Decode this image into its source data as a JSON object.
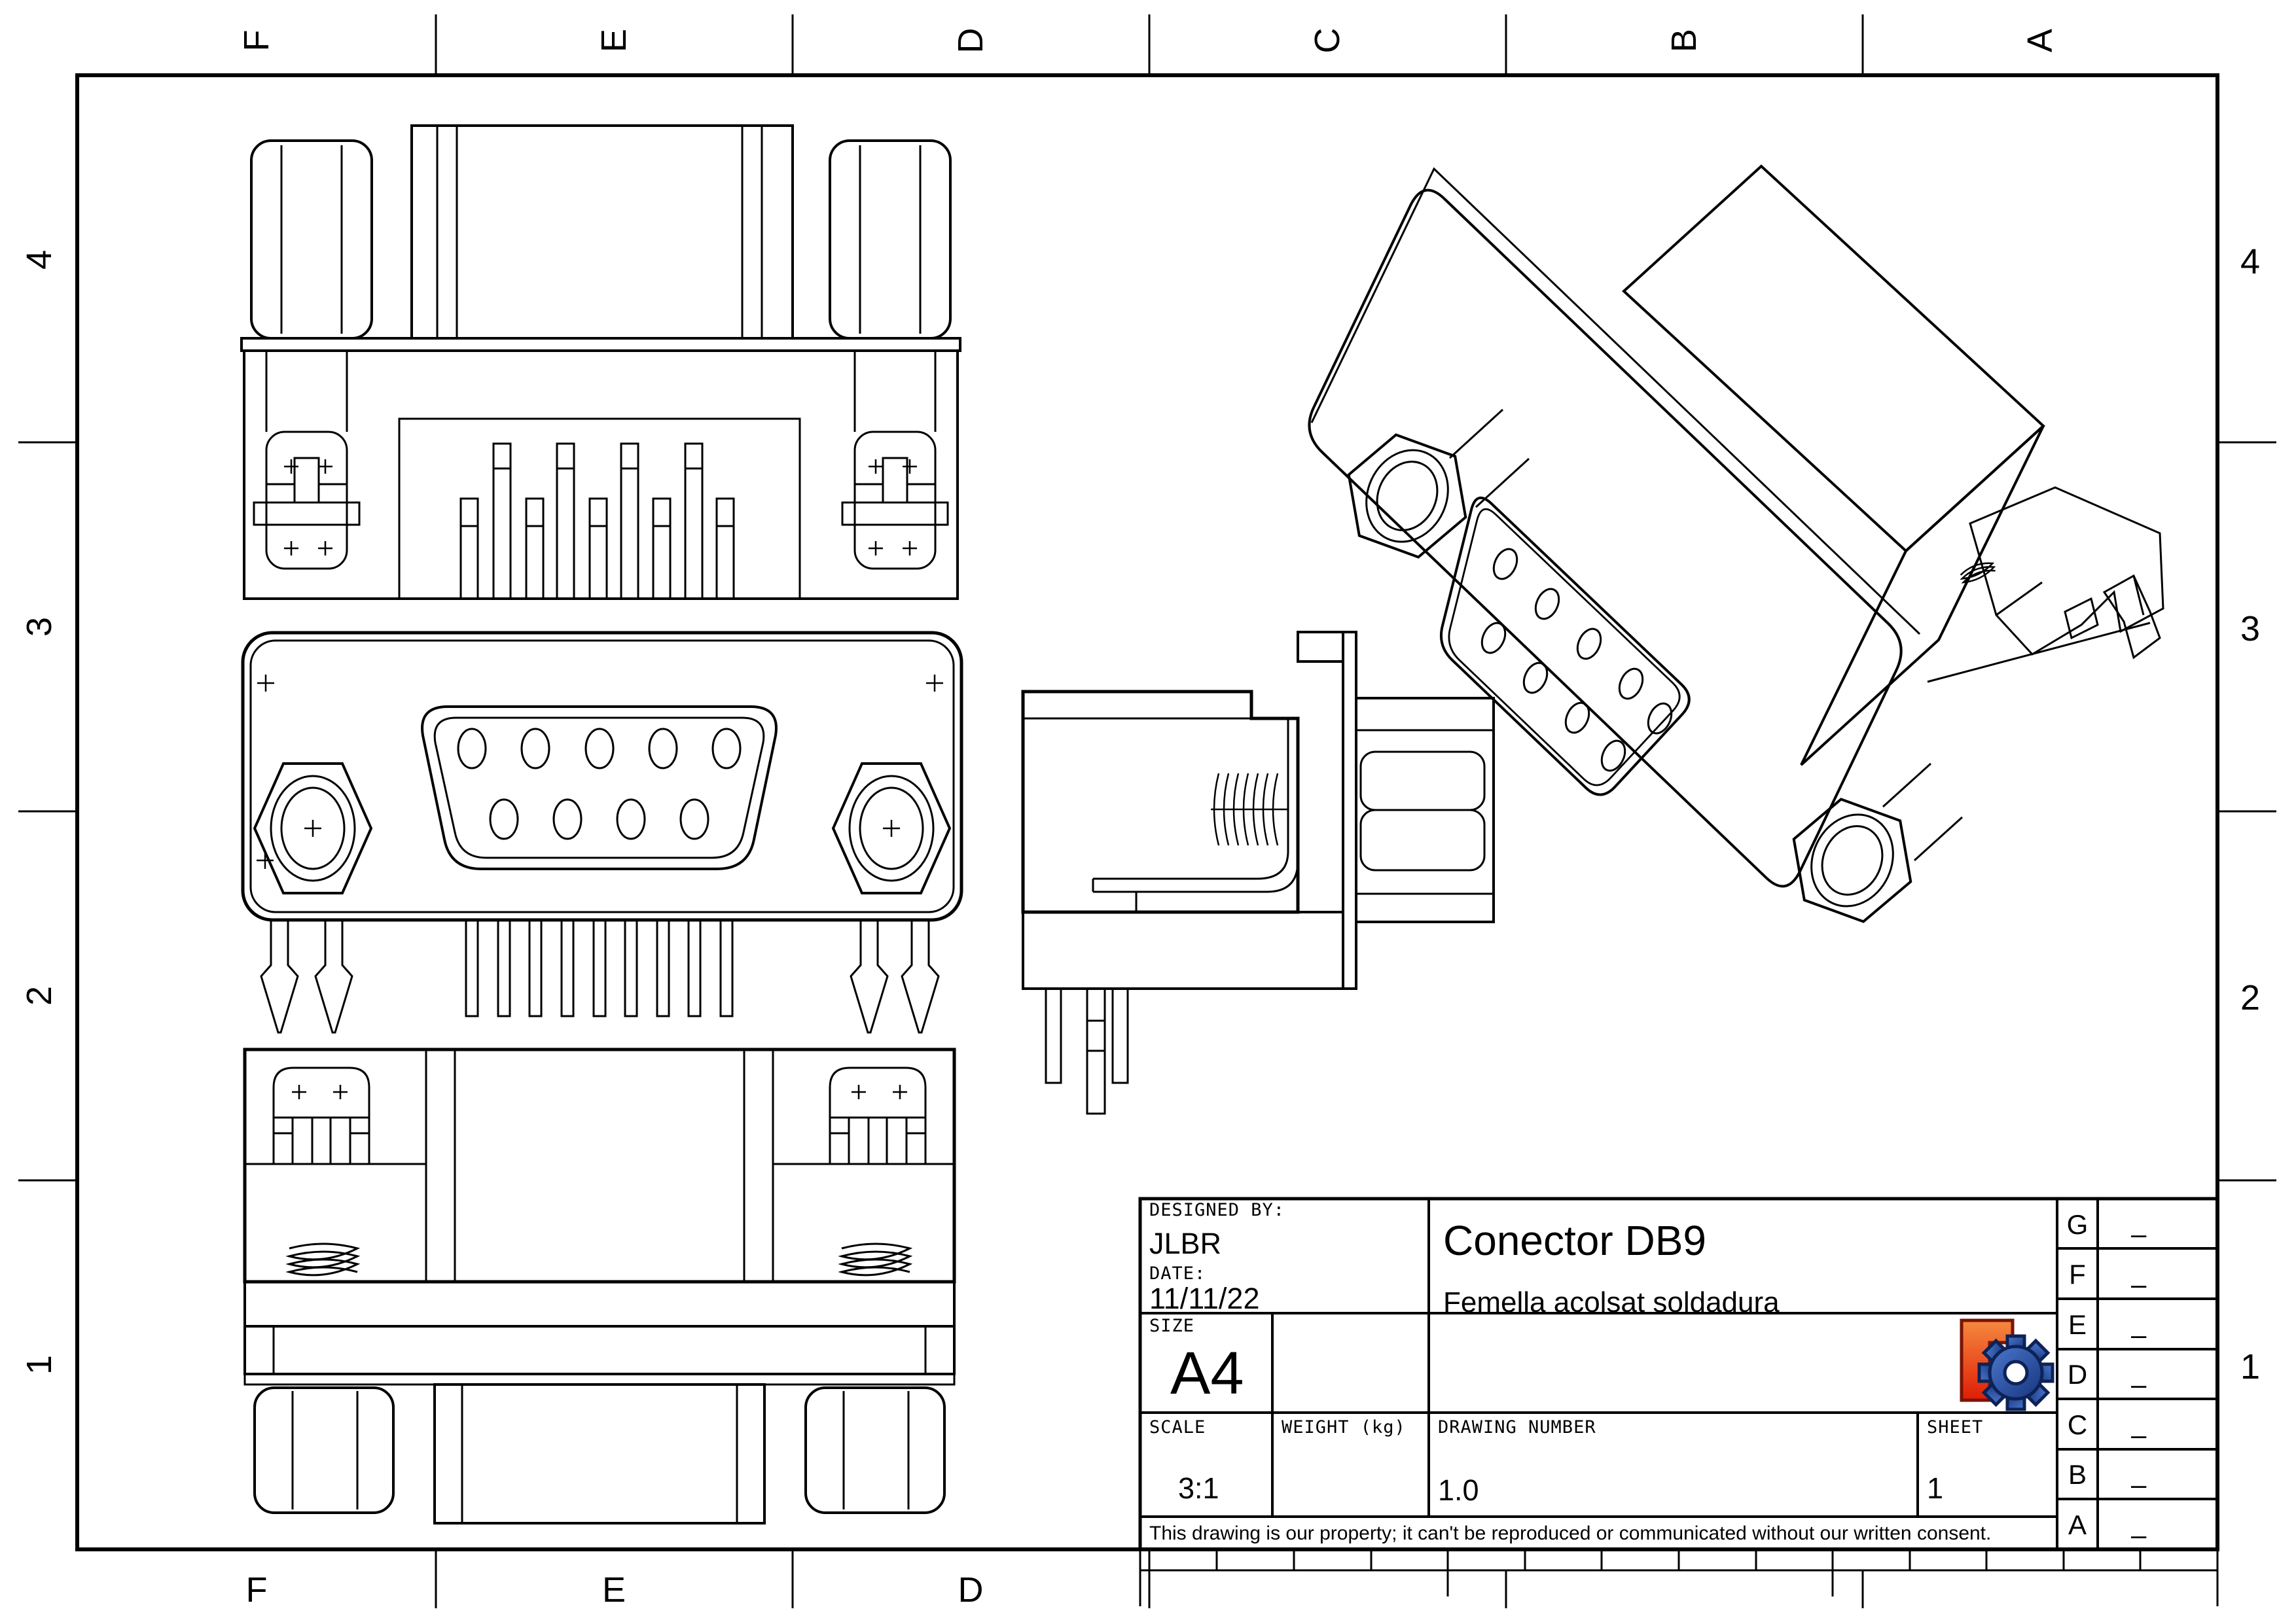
{
  "sheet": {
    "zones_top": [
      "F",
      "E",
      "D",
      "C",
      "B",
      "A"
    ],
    "zones_bottom": [
      "F",
      "E",
      "D"
    ],
    "zones_left": [
      "4",
      "3",
      "2",
      "1"
    ],
    "zones_right": [
      "4",
      "3",
      "2",
      "1"
    ]
  },
  "title_block": {
    "designed_by_label": "DESIGNED BY:",
    "designed_by_value": "JLBR",
    "date_label": "DATE:",
    "date_value": "11/11/22",
    "title": "Conector DB9",
    "subtitle": "Femella acolsat soldadura",
    "size_label": "SIZE",
    "size_value": "A4",
    "scale_label": "SCALE",
    "scale_value": "3:1",
    "weight_label": "WEIGHT (kg)",
    "drawing_number_label": "DRAWING NUMBER",
    "drawing_number_value": "1.0",
    "sheet_label": "SHEET",
    "sheet_value": "1",
    "disclaimer": "This drawing is our property; it can't be reproduced or communicated without our written consent.",
    "revisions": [
      {
        "zone": "G",
        "value": "–"
      },
      {
        "zone": "F",
        "value": "–"
      },
      {
        "zone": "E",
        "value": "–"
      },
      {
        "zone": "D",
        "value": "–"
      },
      {
        "zone": "C",
        "value": "–"
      },
      {
        "zone": "B",
        "value": "–"
      },
      {
        "zone": "A",
        "value": "–"
      }
    ],
    "logo": {
      "name": "freecad-logo",
      "f_color_top": "#F6893F",
      "f_color_bottom": "#DF1D06",
      "f_stroke": "#7A1405",
      "gear_color_light": "#4C77CC",
      "gear_color_dark": "#16357F",
      "gear_stroke": "#0D2256"
    },
    "line_color": "#000000"
  }
}
